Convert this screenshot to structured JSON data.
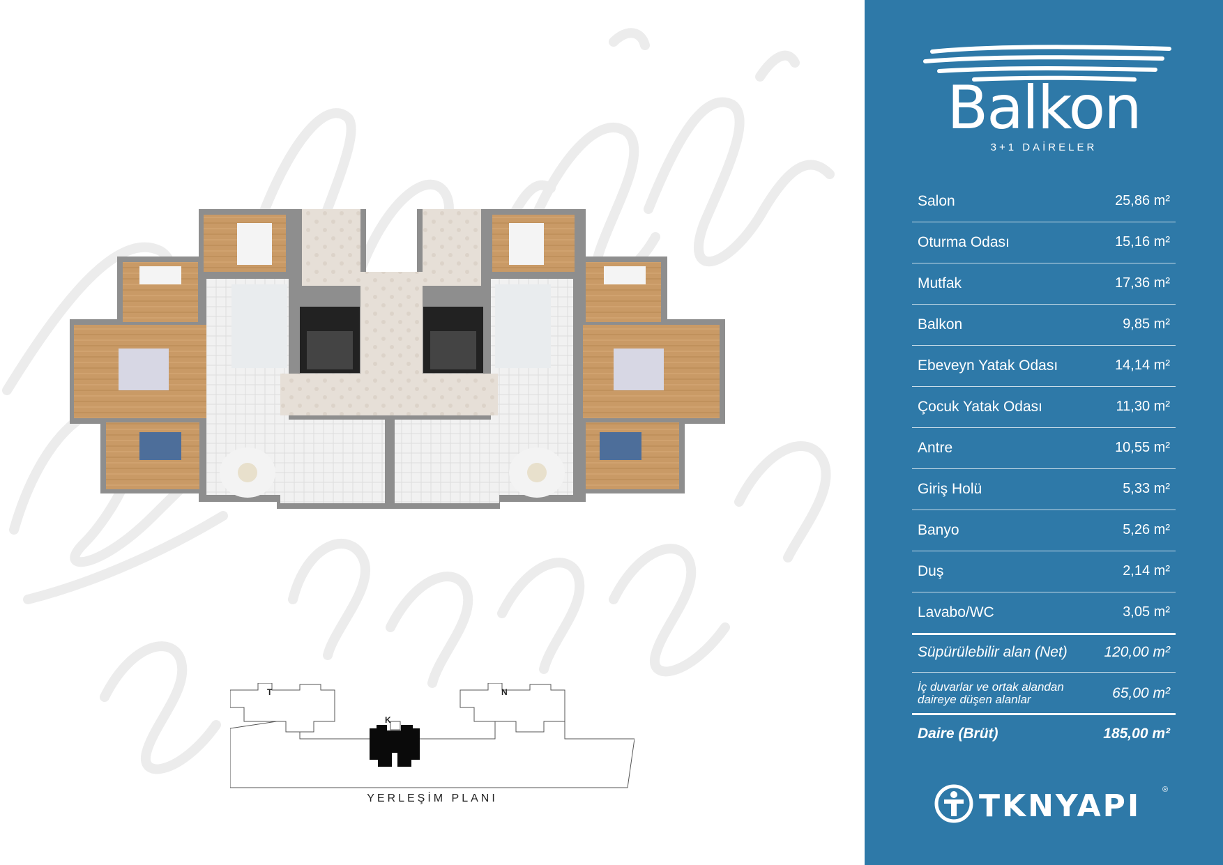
{
  "brand": {
    "name": "Balkon",
    "subtitle": "3+1 DAİRELER",
    "panel_color": "#2e79a8"
  },
  "areas": [
    {
      "label": "Salon",
      "value": "25,86 m²"
    },
    {
      "label": "Oturma Odası",
      "value": "15,16 m²"
    },
    {
      "label": "Mutfak",
      "value": "17,36 m²"
    },
    {
      "label": "Balkon",
      "value": "9,85 m²"
    },
    {
      "label": "Ebeveyn Yatak Odası",
      "value": "14,14 m²"
    },
    {
      "label": "Çocuk Yatak Odası",
      "value": "11,30 m²"
    },
    {
      "label": "Antre",
      "value": "10,55 m²"
    },
    {
      "label": "Giriş Holü",
      "value": "5,33 m²"
    },
    {
      "label": "Banyo",
      "value": "5,26 m²"
    },
    {
      "label": "Duş",
      "value": "2,14 m²"
    },
    {
      "label": "Lavabo/WC",
      "value": "3,05 m²"
    }
  ],
  "summary": {
    "net_label": "Süpürülebilir alan (Net)",
    "net_value": "120,00 m²",
    "common_label_line1": "İç duvarlar ve ortak alandan",
    "common_label_line2": "daireye düşen alanlar",
    "common_value": "65,00 m²",
    "gross_label": "Daire (Brüt)",
    "gross_value": "185,00 m²"
  },
  "site_plan": {
    "caption": "YERLEŞİM PLANI",
    "block_t": "T",
    "block_n": "N",
    "block_k": "K"
  },
  "logo": {
    "text": "TKNYAPI",
    "reg": "®"
  },
  "icons": [
    "wave-logo-icon",
    "tkn-logo-icon"
  ]
}
